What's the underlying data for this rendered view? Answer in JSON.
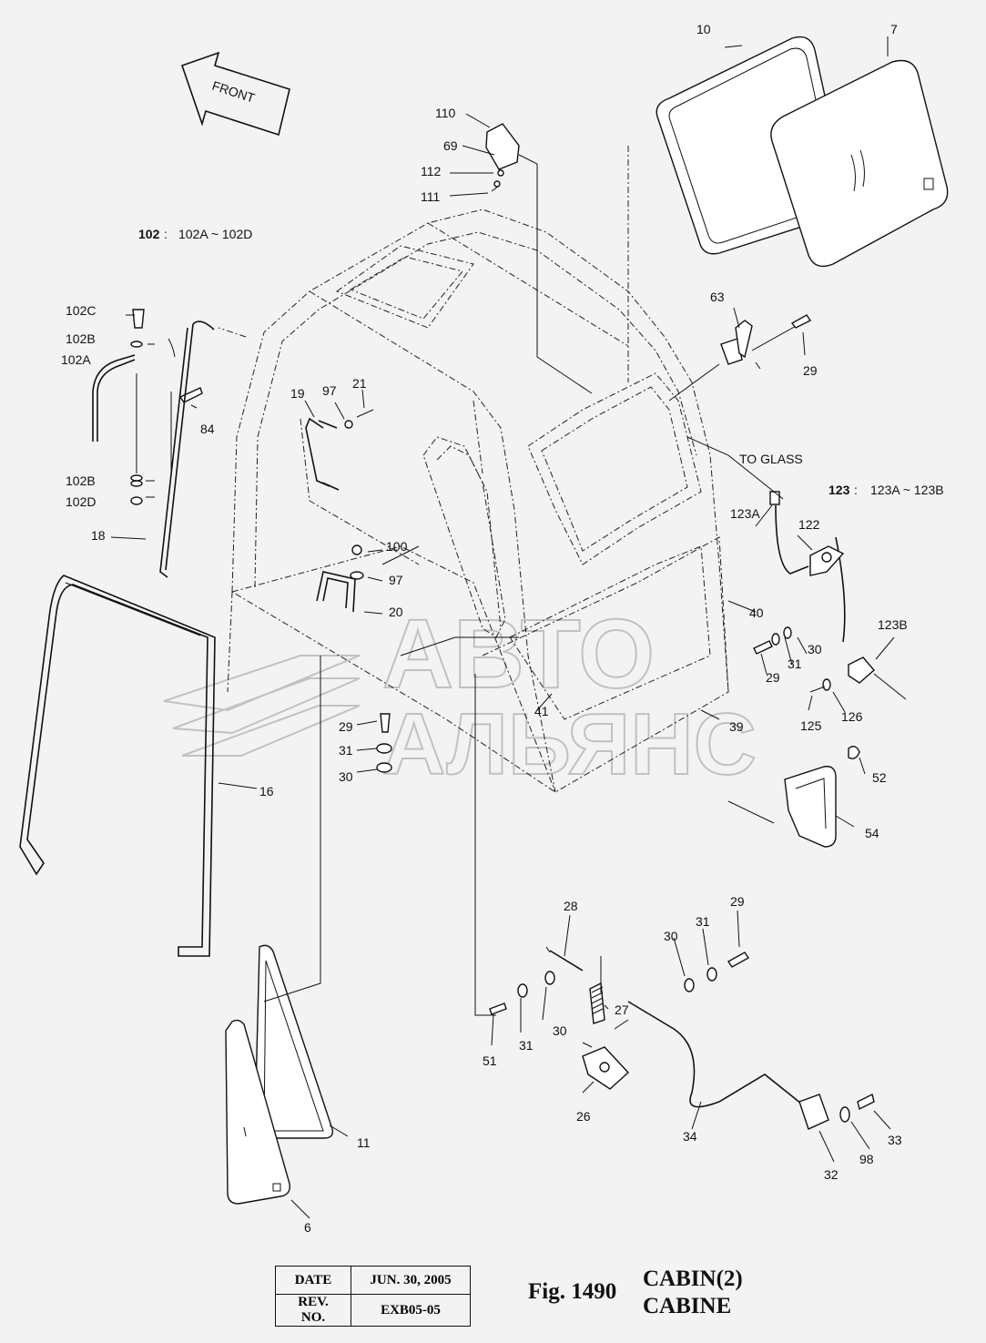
{
  "front_label": "FRONT",
  "group_notes": {
    "n102": {
      "code": "102",
      "range": "102A ~ 102D"
    },
    "n123": {
      "code": "123",
      "range": "123A ~ 123B"
    }
  },
  "to_glass_label": "TO GLASS",
  "watermark": {
    "line1": "АВТО",
    "line2": "АЛЬЯНС"
  },
  "callouts": {
    "c10": "10",
    "c7": "7",
    "c110": "110",
    "c69": "69",
    "c112": "112",
    "c111": "111",
    "c63": "63",
    "c29a": "29",
    "c102C": "102C",
    "c102B1": "102B",
    "c102A": "102A",
    "c84": "84",
    "c19": "19",
    "c97a": "97",
    "c21": "21",
    "c102B2": "102B",
    "c102D": "102D",
    "c18": "18",
    "c100": "100",
    "c97b": "97",
    "c20": "20",
    "c123A": "123A",
    "c122": "122",
    "c40": "40",
    "c29b": "29",
    "c31a": "31",
    "c30a": "30",
    "c123B": "123B",
    "c125": "125",
    "c126": "126",
    "c41": "41",
    "c39": "39",
    "c29c": "29",
    "c31b": "31",
    "c30b": "30",
    "c16": "16",
    "c52": "52",
    "c54": "54",
    "c28": "28",
    "c29d": "29",
    "c31c": "31",
    "c30c": "30",
    "c27": "27",
    "c51": "51",
    "c31d": "31",
    "c30d": "30",
    "c26": "26",
    "c34": "34",
    "c11": "11",
    "c6": "6",
    "c32": "32",
    "c98": "98",
    "c33": "33"
  },
  "title_block": {
    "date_label": "DATE",
    "date_value": "JUN. 30, 2005",
    "rev_label": "REV. NO.",
    "rev_value": "EXB05-05"
  },
  "figure": {
    "number": "Fig. 1490",
    "title_line1": "CABIN(2)",
    "title_line2": "CABINE"
  }
}
